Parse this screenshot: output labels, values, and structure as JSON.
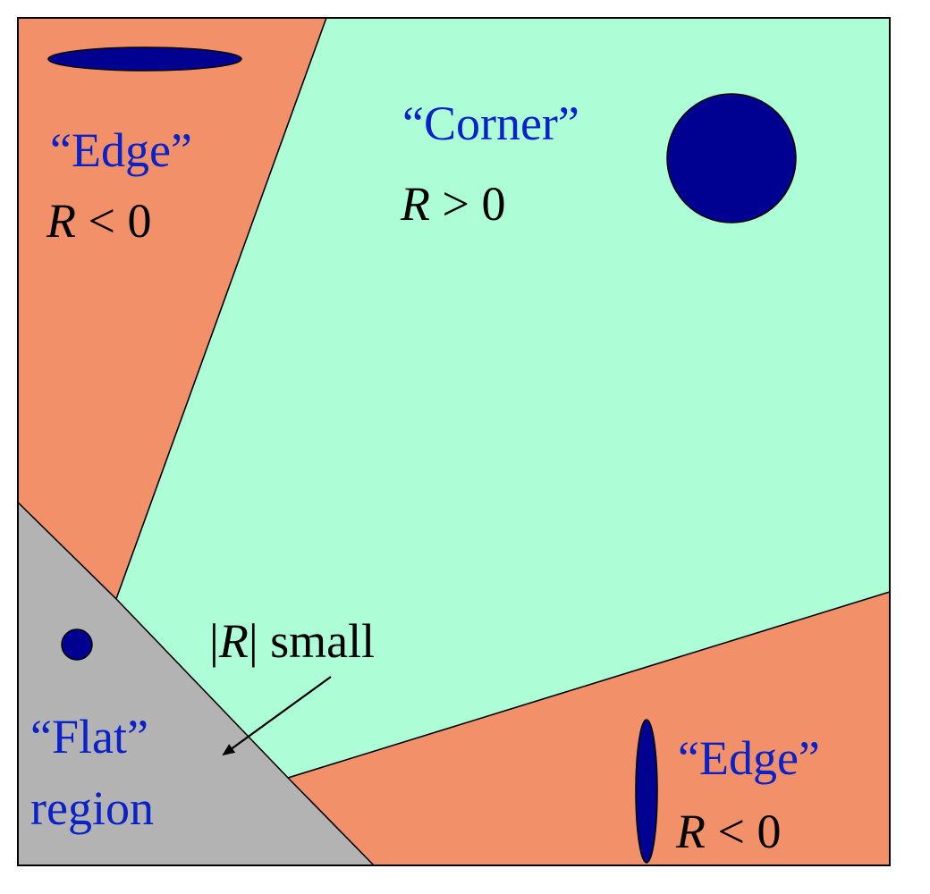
{
  "colors": {
    "edge_region": "#f29069",
    "corner_region": "#adfed7",
    "flat_region": "#b3b3b3",
    "ellipse_fill": "#000091",
    "label_blue": "#0a22c8",
    "text_black": "#000000"
  },
  "labels": {
    "edge_top": {
      "name": "“Edge”",
      "var": "R",
      "rel": " < 0"
    },
    "corner": {
      "name": "“Corner”",
      "var": "R",
      "rel": " > 0"
    },
    "edge_bottom": {
      "name": "“Edge”",
      "var": "R",
      "rel": " < 0"
    },
    "flat": {
      "line1": "“Flat”",
      "line2": "region"
    },
    "small": {
      "bar_left": "|",
      "var": "R",
      "bar_right": "|",
      "word": " small"
    }
  }
}
